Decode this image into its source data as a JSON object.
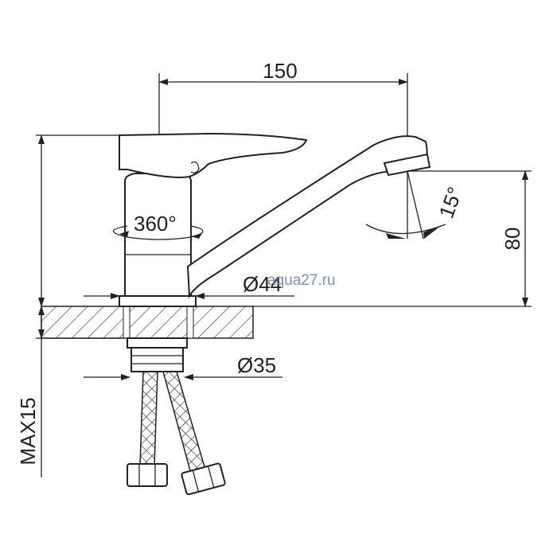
{
  "dimensions": {
    "width_label": "150",
    "height_label": "80",
    "rotation_label": "360°",
    "spout_angle_label": "15°",
    "body_diameter_label": "Ø44",
    "hole_diameter_label": "Ø35",
    "max_thickness_label": "MAX15"
  },
  "watermark": "aqua27.ru"
}
